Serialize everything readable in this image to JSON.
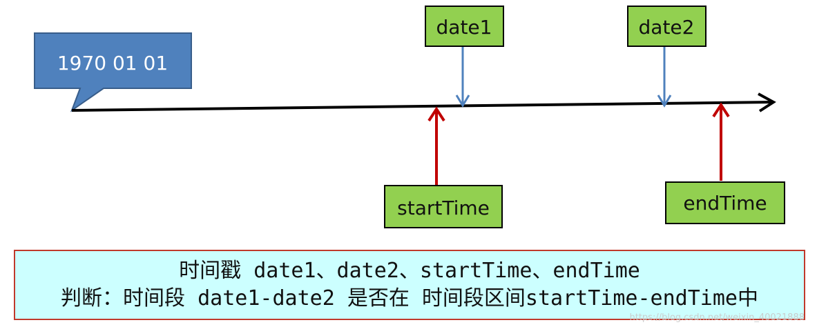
{
  "epoch_callout": {
    "label": "1970 01 01"
  },
  "boxes": {
    "date1": "date1",
    "date2": "date2",
    "start_time": "startTime",
    "end_time": "endTime"
  },
  "note": {
    "line1": "时间戳 date1、date2、startTime、endTime",
    "line2": "判断：时间段 date1-date2 是否在 时间段区间startTime-endTime中"
  },
  "watermark": "https://blog.csdn.net/weixin_40021888",
  "colors": {
    "callout_fill": "#4f81bd",
    "callout_border": "#385d8a",
    "box_fill": "#92d050",
    "box_border": "#000000",
    "date_arrow": "#4f81bd",
    "time_arrow": "#c00000",
    "timeline": "#000000",
    "note_fill": "#ccffff",
    "note_border": "#c0392b"
  }
}
